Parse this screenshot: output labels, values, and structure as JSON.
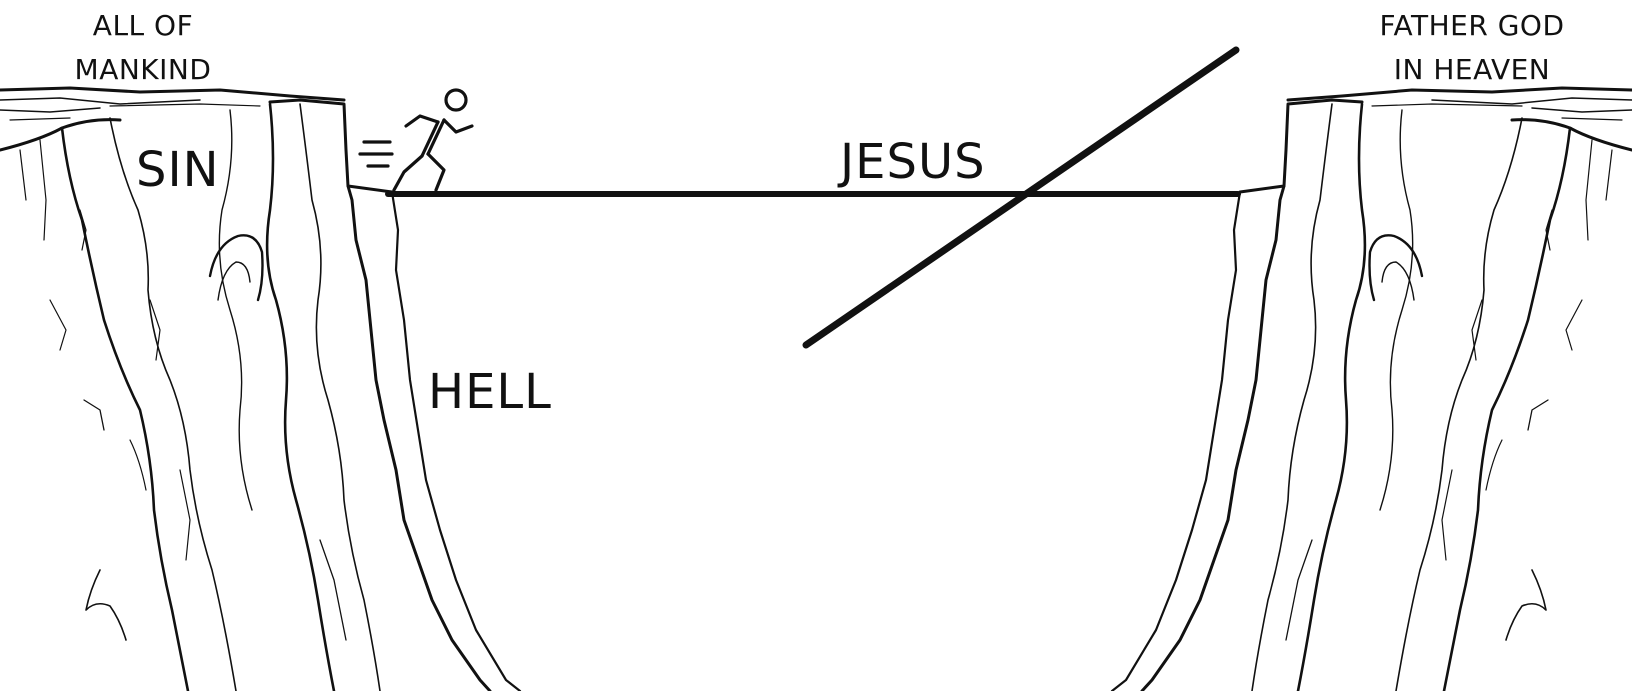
{
  "labels": {
    "mankind_line1": "ALL OF",
    "mankind_line2": "MANKIND",
    "heaven_line1": "FATHER GOD",
    "heaven_line2": "IN HEAVEN",
    "sin": "SIN",
    "hell": "HELL",
    "jesus": "JESUS"
  },
  "icons": {
    "runner": "running-person-icon"
  },
  "colors": {
    "ink": "#111111",
    "background": "#ffffff"
  }
}
